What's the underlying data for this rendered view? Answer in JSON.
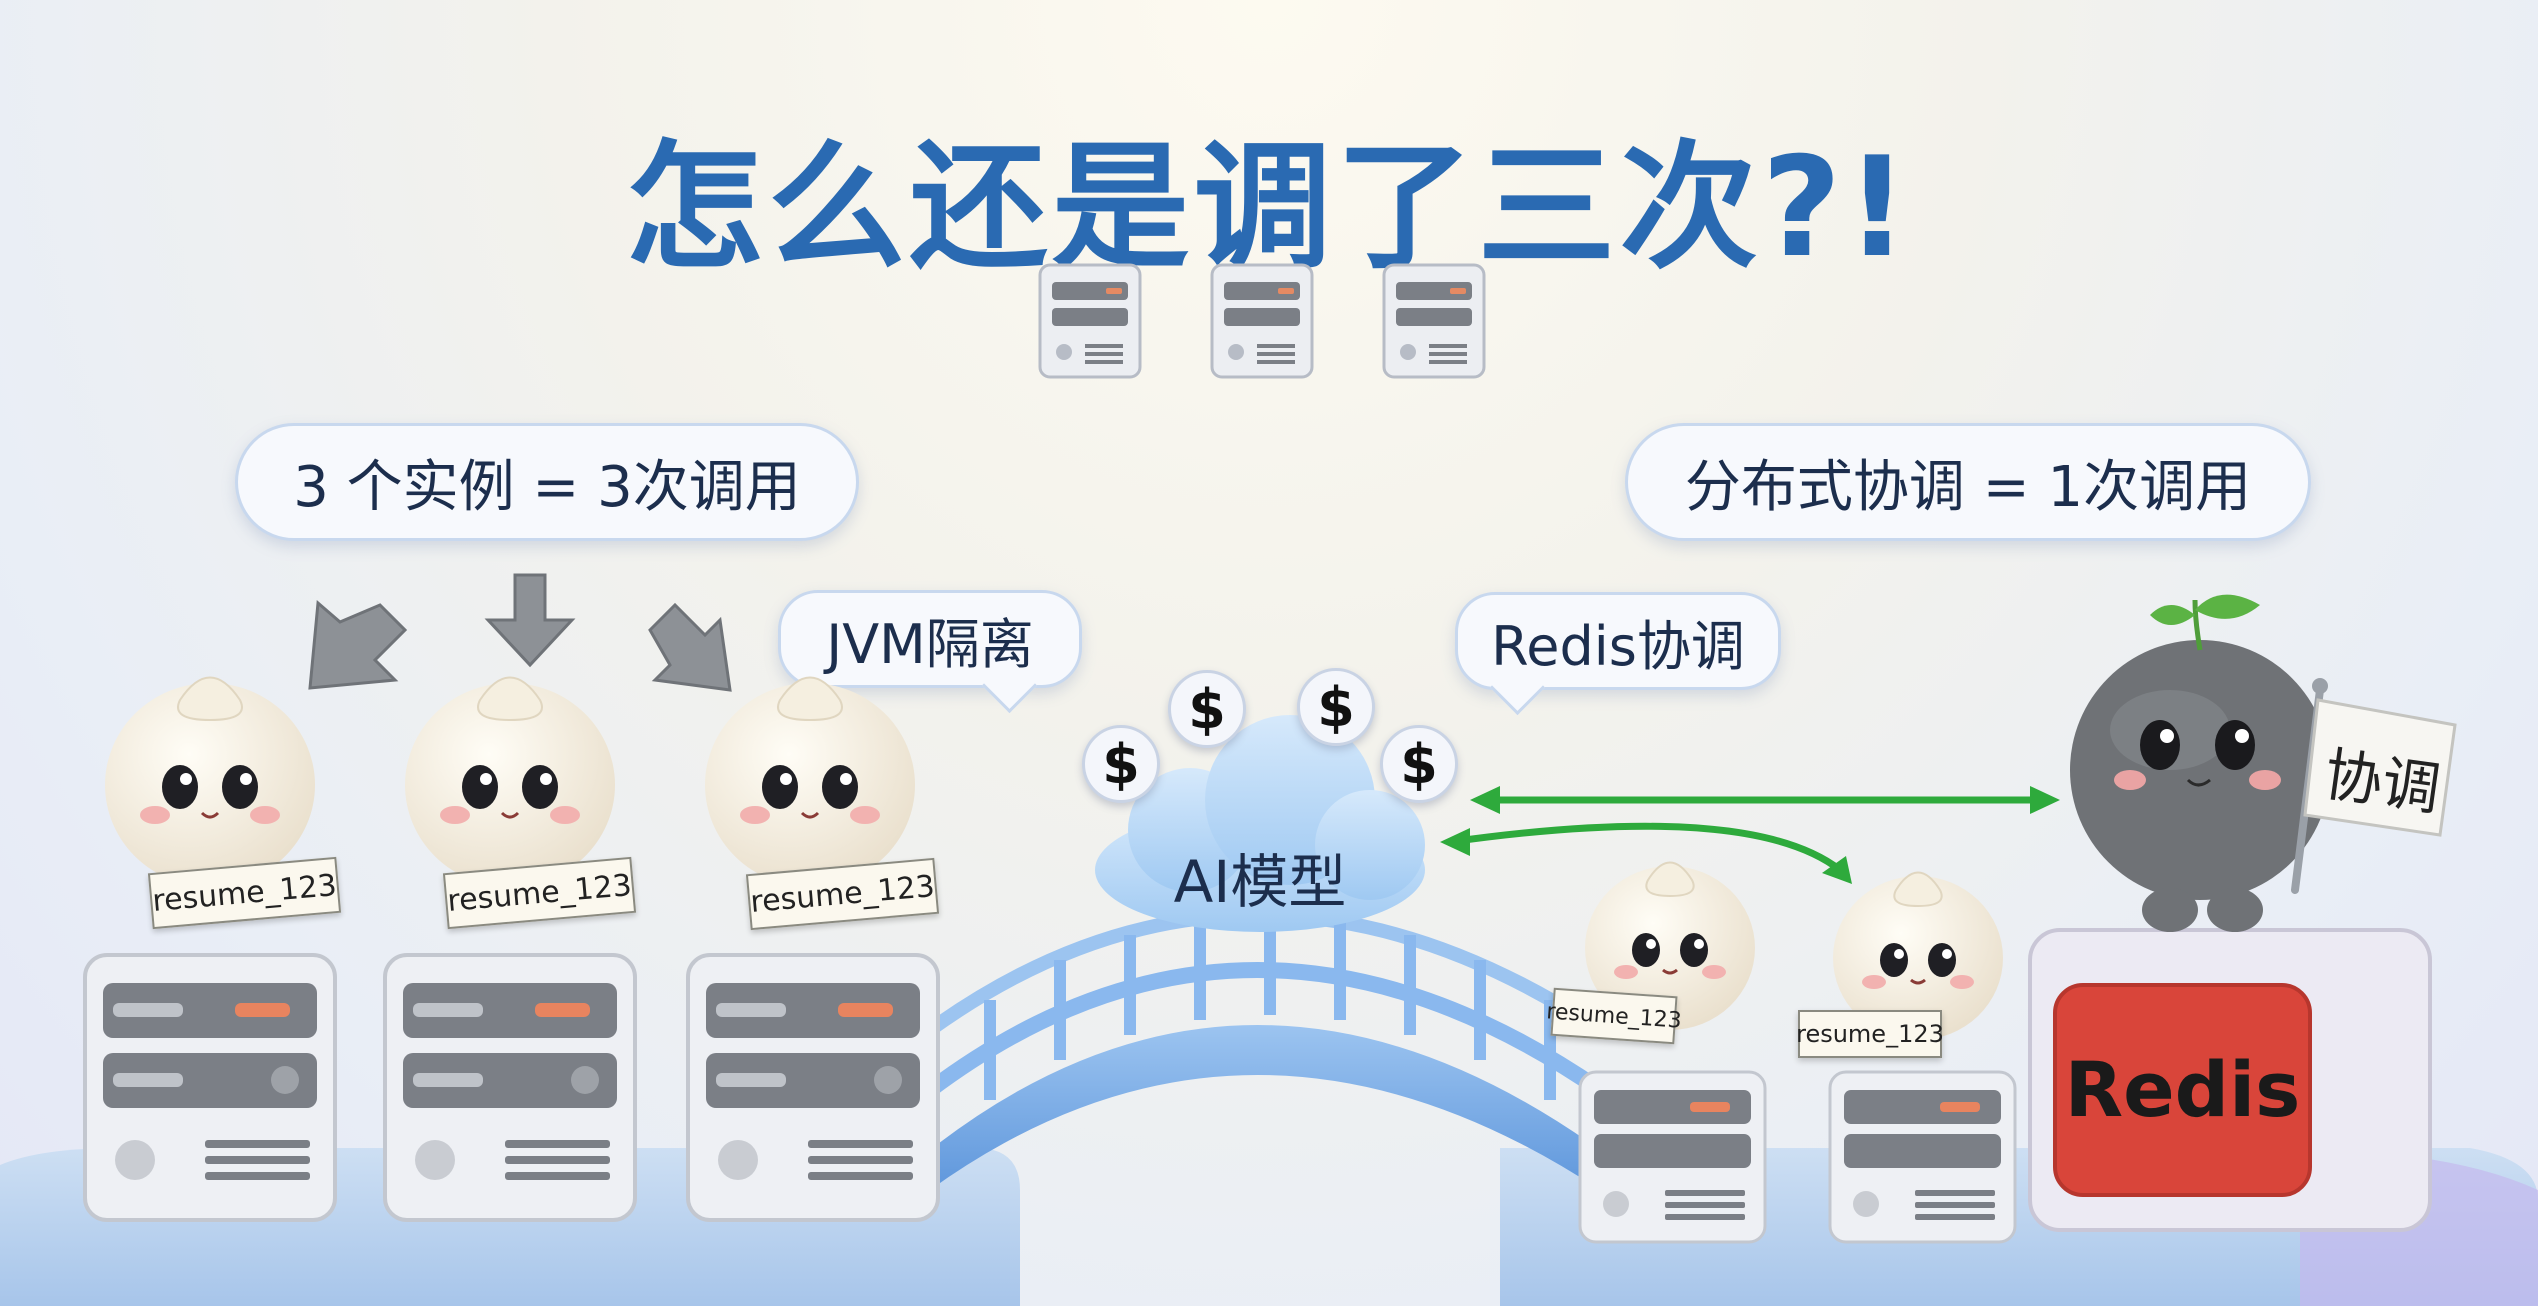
{
  "title": "怎么还是调了三次?!",
  "left_label": "3 个实例 = 3次调用",
  "right_label": "分布式协调 = 1次调用",
  "bubble_jvm": "JVM隔离",
  "bubble_redis": "Redis协调",
  "cloud_label": "AI模型",
  "coin_symbol": "$",
  "sign_text": "resume_123",
  "flag_text": "协调",
  "redis_box_label": "Redis",
  "colors": {
    "title": "#2a6ab2",
    "arrow_green": "#2eaa3c",
    "redis_red": "#d9453a"
  }
}
